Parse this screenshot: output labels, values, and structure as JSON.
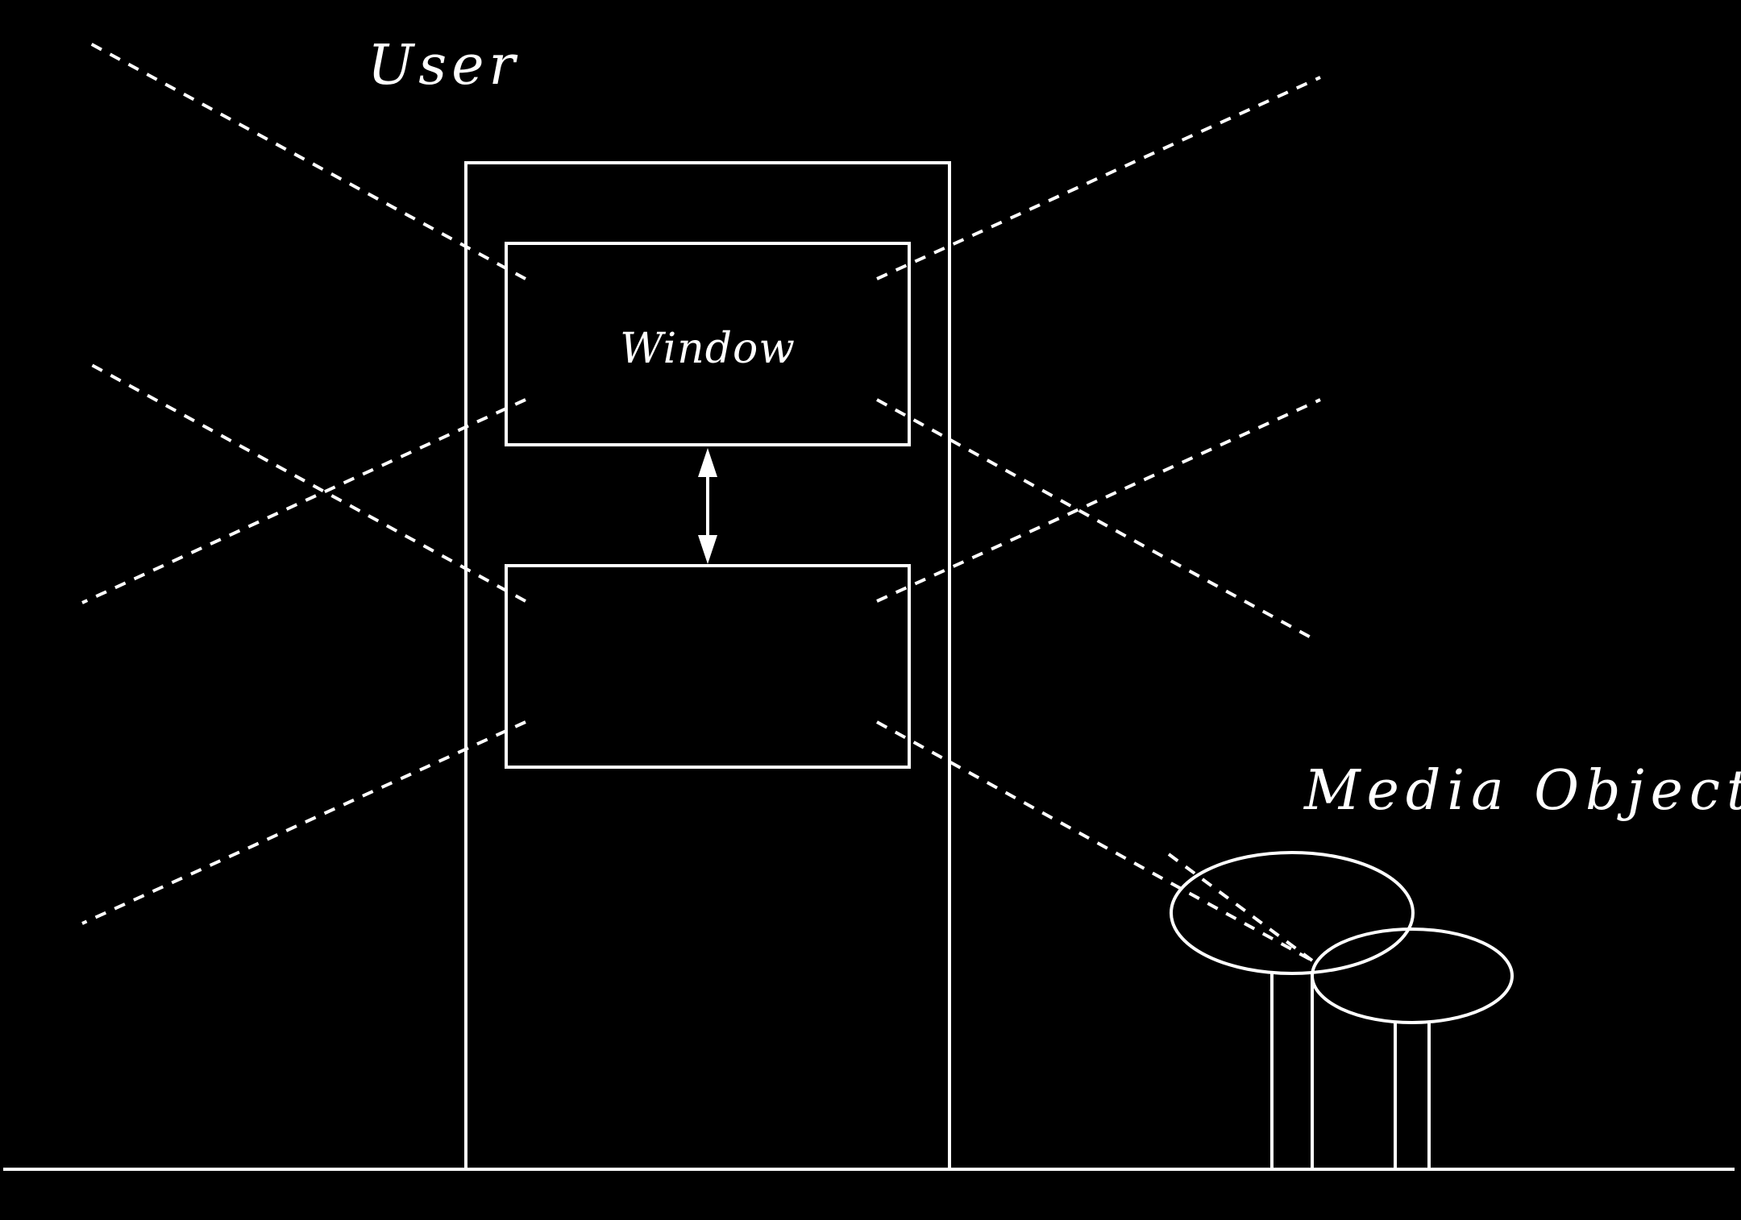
{
  "labels": {
    "user": "User",
    "window": "Window",
    "media_objects": "Media Objects"
  },
  "colors": {
    "background": "#000000",
    "stroke": "#ffffff"
  }
}
